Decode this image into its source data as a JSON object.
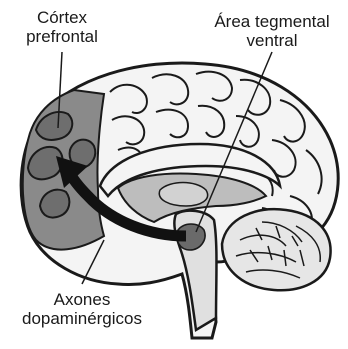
{
  "labels": {
    "prefrontal": [
      "Córtex",
      "prefrontal"
    ],
    "vta": [
      "Área tegmental",
      "ventral"
    ],
    "axons": [
      "Axones",
      "dopaminérgicos"
    ]
  },
  "colors": {
    "outline": "#1a1a1a",
    "brain_fill": "#f4f4f4",
    "prefrontal_region": "#8a8a8a",
    "prefrontal_gyri": "#6e6e6e",
    "inner_structures": "#bdbdbd",
    "cerebellum_fill": "#e6e6e6",
    "arrow": "#111111"
  },
  "icons": {
    "pathway": "curved-arrow",
    "leaders": "leader-lines"
  }
}
